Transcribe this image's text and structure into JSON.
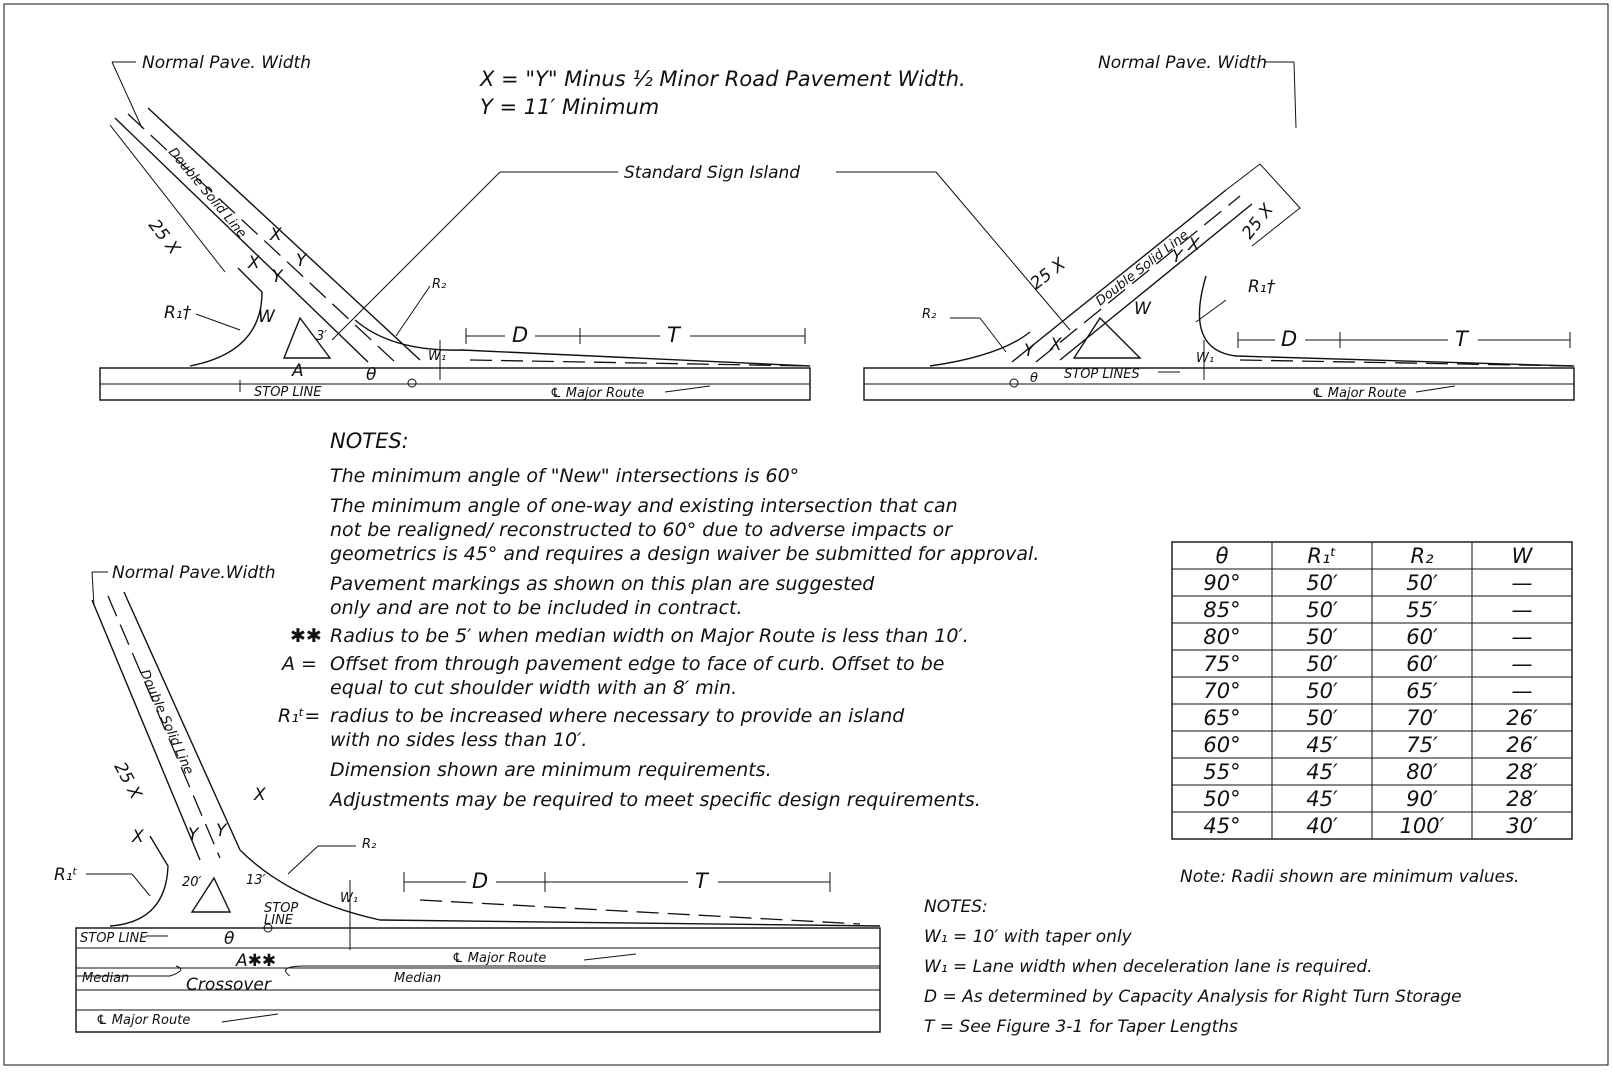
{
  "header": {
    "x_def": "X  = \"Y\" Minus ½ Minor Road  Pavement Width.",
    "y_def": "Y  = 11′ Minimum"
  },
  "labels": {
    "normal_pave_width": "Normal Pave. Width",
    "normal_pave_width_b": "Normal Pave.Width",
    "standard_sign_island": "Standard Sign Island",
    "double_solid_line": "Double Solid Line",
    "stop_line": "STOP  LINE",
    "stop_line_b": "STOP LINE",
    "stop_lines": "STOP  LINES",
    "stop_small": "STOP",
    "line_small": "LINE",
    "major_route": "℄ Major Route",
    "median": "Median",
    "crossover": "Crossover",
    "dim_25x": "25  X",
    "X": "X",
    "Y": "Y",
    "D": "D",
    "T": "T",
    "W": "W",
    "A": "A",
    "W1": "W₁",
    "R1": "R₁†",
    "R1b": "R₁ᵗ",
    "R2": "R₂",
    "theta": "θ",
    "three": "3′",
    "twenty": "20′",
    "thirteen": "13′",
    "axx": "A✱✱"
  },
  "notes": {
    "heading": "NOTES:",
    "lines": [
      "The minimum  angle of \"New\" intersections is 60°",
      "The minimum  angle of one-way and existing intersection that can",
      "not be realigned/  reconstructed to 60° due to adverse impacts or",
      "geometrics is 45° and requires a design waiver be submitted for approval.",
      "Pavement markings as shown on this plan are suggested",
      "only and are not to be included in contract.",
      "Radius to be 5′ when median width on Major Route is less than 10′.",
      "Offset from  through pavement edge to face of curb. Offset to be",
      "equal to cut shoulder width with an 8′ min.",
      "radius to be increased where necessary to provide an island",
      "with no sides less than 10′.",
      "Dimension shown are minimum  requirements.",
      "Adjustments may be required to meet specific design requirements."
    ],
    "prefix_stars": "✱✱",
    "prefix_a": "A =",
    "prefix_r1": "R₁ᵗ=",
    "table_note": "Note: Radii shown are minimum  values.",
    "heading2": "NOTES:",
    "lines2": [
      "W₁  = 10′ with taper only",
      "W₁  = Lane width when deceleration lane is required.",
      "D   = As determined by Capacity Analysis for Right Turn Storage",
      "T   = See Figure 3-1 for Taper Lengths"
    ]
  },
  "table": {
    "headers": [
      "θ",
      "R₁ᵗ",
      "R₂",
      "W"
    ],
    "rows": [
      [
        "90°",
        "50′",
        "50′",
        "—"
      ],
      [
        "85°",
        "50′",
        "55′",
        "—"
      ],
      [
        "80°",
        "50′",
        "60′",
        "—"
      ],
      [
        "75°",
        "50′",
        "60′",
        "—"
      ],
      [
        "70°",
        "50′",
        "65′",
        "—"
      ],
      [
        "65°",
        "50′",
        "70′",
        "26′"
      ],
      [
        "60°",
        "45′",
        "75′",
        "26′"
      ],
      [
        "55°",
        "45′",
        "80′",
        "28′"
      ],
      [
        "50°",
        "45′",
        "90′",
        "28′"
      ],
      [
        "45°",
        "40′",
        "100′",
        "30′"
      ]
    ]
  }
}
